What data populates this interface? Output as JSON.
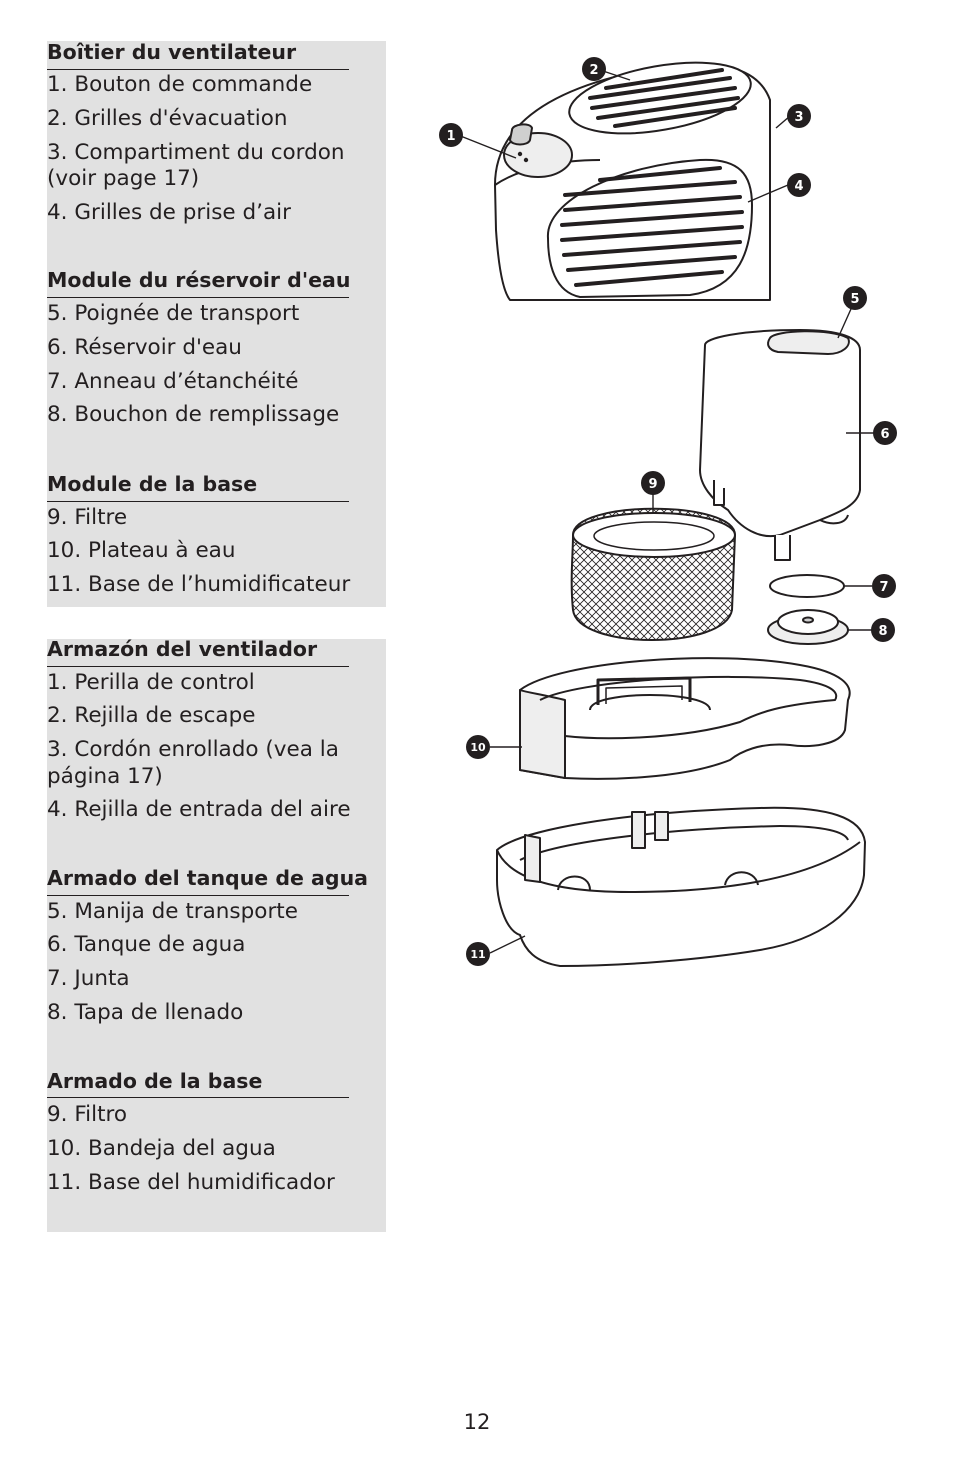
{
  "french": {
    "sections": [
      {
        "heading": "Boîtier du ventilateur",
        "items": [
          "1. Bouton de commande",
          "2. Grilles d'évacuation",
          "3. Compartiment du cordon",
          "(voir page 17)",
          "4. Grilles de prise d’air"
        ]
      },
      {
        "heading": "Module du réservoir d'eau",
        "items": [
          "5. Poignée de transport",
          "6. Réservoir d'eau",
          "7. Anneau d’étanchéité",
          "8. Bouchon de remplissage"
        ]
      },
      {
        "heading": "Module de la base",
        "items": [
          "9.   Filtre",
          "10. Plateau à eau",
          "11. Base de l’humidificateur"
        ]
      }
    ]
  },
  "spanish": {
    "sections": [
      {
        "heading": "Armazón del ventilador",
        "items": [
          "1. Perilla de control",
          "2. Rejilla de escape",
          "3. Cordón enrollado (vea la",
          "página 17)",
          "4. Rejilla de entrada del aire"
        ]
      },
      {
        "heading": "Armado del tanque de agua",
        "items": [
          "5. Manija de transporte",
          "6. Tanque de agua",
          "7. Junta",
          "8. Tapa de llenado"
        ]
      },
      {
        "heading": "Armado de la base",
        "items": [
          "9.   Filtro",
          "10. Bandeja del agua",
          "11. Base del humidificador"
        ]
      }
    ]
  },
  "diagram": {
    "callouts": [
      "1",
      "2",
      "3",
      "4",
      "5",
      "6",
      "7",
      "8",
      "9",
      "10",
      "11"
    ]
  },
  "page_number": "12"
}
